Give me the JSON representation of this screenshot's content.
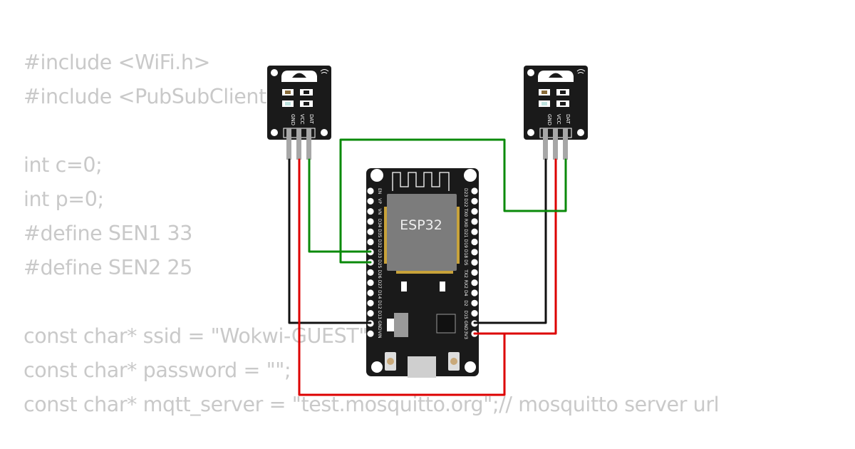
{
  "code_lines": [
    "#include <WiFi.h>",
    "#include <PubSubClient.h>",
    "",
    "int c=0;",
    "int p=0;",
    "#define SEN1 33",
    "#define SEN2 25",
    "",
    "const char* ssid = \"Wokwi-GUEST\";// wifi ssid",
    "const char* password = \"\";",
    "const char* mqtt_server = \"test.mosquitto.org\";// mosquitto server url"
  ],
  "sensor_module": {
    "pin_labels": [
      "GND",
      "VCC",
      "DAT"
    ]
  },
  "esp32": {
    "chip_label": "ESP32",
    "left_pins": [
      "EN",
      "VP",
      "VN",
      "D34",
      "D35",
      "D32",
      "D33",
      "D25",
      "D26",
      "D27",
      "D14",
      "D12",
      "D13",
      "GND",
      "VIN"
    ],
    "right_pins": [
      "D23",
      "D22",
      "TX0",
      "RX0",
      "D21",
      "D19",
      "D18",
      "D5",
      "TX2",
      "RX2",
      "D4",
      "D2",
      "D15",
      "GND",
      "3V3"
    ]
  },
  "colors": {
    "code_text": "#c9c9c9",
    "board": "#1a1a1a",
    "chip": "#7c7c7c",
    "wire_green": "#0a8a0a",
    "wire_red": "#dd0000",
    "wire_black": "#111111"
  }
}
